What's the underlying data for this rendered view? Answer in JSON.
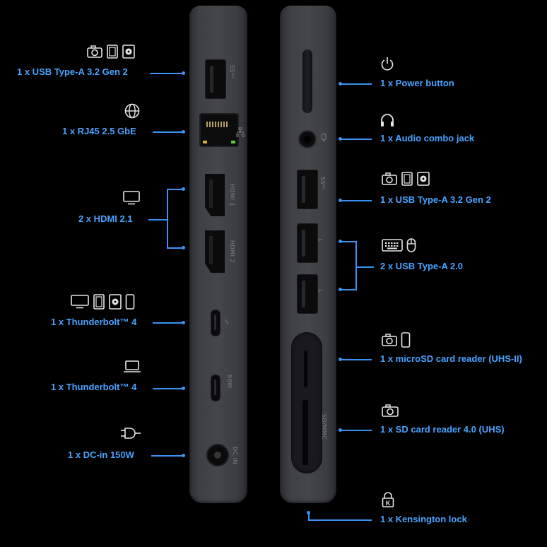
{
  "colors": {
    "background": "#000000",
    "accent": "#4aa3ff",
    "device": "#3e4044",
    "icon": "#e6e6e6"
  },
  "left_side": {
    "callouts": [
      {
        "id": "usb-a-3-2",
        "label": "1 x USB Type-A 3.2 Gen 2",
        "icons": [
          "camera-icon",
          "phone-outline-icon",
          "external-drive-icon"
        ]
      },
      {
        "id": "rj45",
        "label": "1 x RJ45 2.5 GbE",
        "icons": [
          "globe-icon"
        ]
      },
      {
        "id": "hdmi",
        "label": "2 x HDMI 2.1",
        "icons": [
          "monitor-icon"
        ]
      },
      {
        "id": "thunderbolt-1",
        "label": "1 x Thunderbolt™ 4",
        "icons": [
          "monitor-icon",
          "phone-outline-icon",
          "external-drive-icon",
          "smartphone-icon"
        ]
      },
      {
        "id": "thunderbolt-2",
        "label": "1 x Thunderbolt™ 4",
        "icons": [
          "laptop-icon"
        ]
      },
      {
        "id": "dc-in",
        "label": "1 x DC-in 150W",
        "icons": [
          "power-plug-icon"
        ]
      }
    ],
    "engravings": {
      "usb_a": "SS⁴⁰",
      "hdmi1": "HDMI 1",
      "hdmi2": "HDMI 2",
      "tb_power": "96W",
      "dc": "DC IN"
    }
  },
  "right_side": {
    "callouts": [
      {
        "id": "power-button",
        "label": "1 x Power button",
        "icons": [
          "power-icon"
        ]
      },
      {
        "id": "audio",
        "label": "1 x Audio combo jack",
        "icons": [
          "headphones-icon"
        ]
      },
      {
        "id": "usb-a-3-2-right",
        "label": "1 x USB Type-A 3.2 Gen 2",
        "icons": [
          "camera-icon",
          "phone-outline-icon",
          "external-drive-icon"
        ]
      },
      {
        "id": "usb-a-2-0",
        "label": "2 x USB Type-A 2.0",
        "icons": [
          "keyboard-icon",
          "mouse-icon"
        ]
      },
      {
        "id": "microsd",
        "label": "1 x microSD card reader (UHS-II)",
        "icons": [
          "camera-icon",
          "smartphone-icon"
        ]
      },
      {
        "id": "sd",
        "label": "1 x SD card reader 4.0 (UHS)",
        "icons": [
          "camera-icon"
        ]
      },
      {
        "id": "kensington",
        "label": "1 x Kensington lock",
        "icons": [
          "kensington-lock-icon"
        ]
      }
    ],
    "engravings": {
      "usb_a": "SS⁴⁰",
      "sd": "SD/MMC"
    }
  }
}
